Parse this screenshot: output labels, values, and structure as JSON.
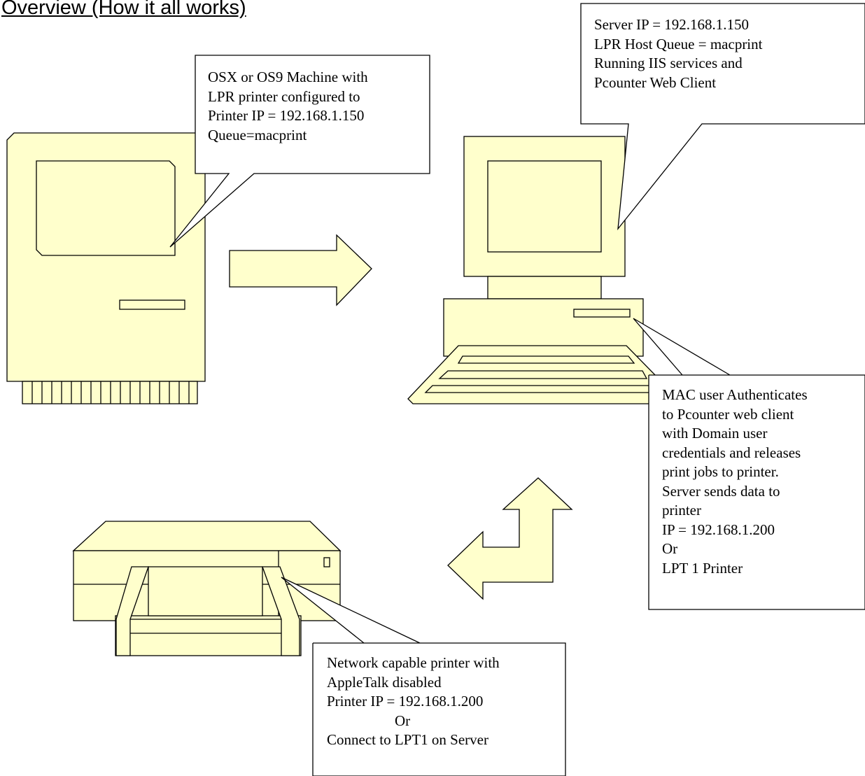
{
  "title": "Overview (How it all works)",
  "colors": {
    "fill": "#ffffcc",
    "stroke": "#000000",
    "background": "#ffffff"
  },
  "callouts": {
    "mac": {
      "lines": [
        "OSX or OS9 Machine with",
        "LPR printer configured to",
        "Printer IP = 192.168.1.150",
        "Queue=macprint"
      ]
    },
    "server": {
      "lines": [
        "Server IP = 192.168.1.150",
        "LPR Host Queue = macprint",
        "Running IIS services and",
        "Pcounter Web Client"
      ]
    },
    "auth": {
      "lines": [
        "MAC user Authenticates",
        "to Pcounter web client",
        "with Domain user",
        "credentials and releases",
        "print jobs to printer.",
        "Server sends data to",
        "printer",
        "IP = 192.168.1.200",
        "Or",
        "LPT 1 Printer"
      ]
    },
    "printer": {
      "lines": [
        "Network capable printer with",
        "AppleTalk disabled",
        "Printer IP = 192.168.1.200",
        "Or",
        "Connect to LPT1 on Server"
      ]
    }
  }
}
